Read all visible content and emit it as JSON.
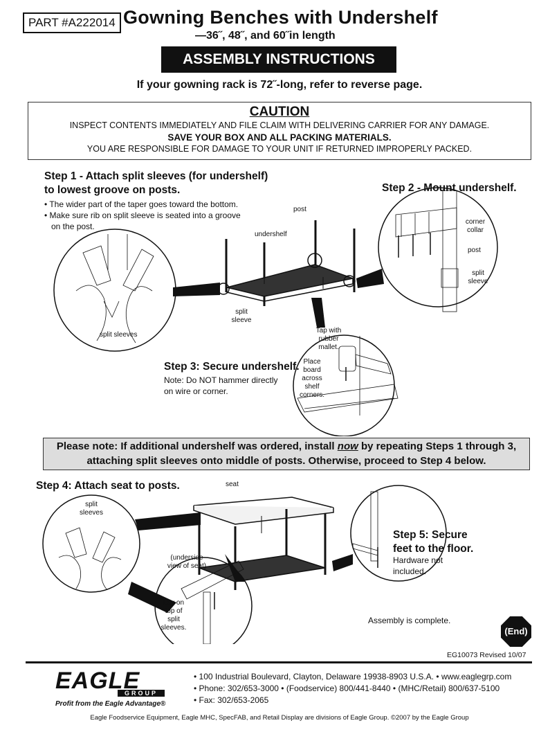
{
  "header": {
    "part": "PART #A222014",
    "title": "Gowning Benches with Undershelf",
    "subtitle": "—36˝, 48˝, and 60˝in length",
    "banner": "ASSEMBLY INSTRUCTIONS",
    "refer": "If your gowning rack is 72˝-long, refer to reverse page."
  },
  "caution": {
    "title": "CAUTION",
    "line1": "INSPECT CONTENTS IMMEDIATELY AND FILE CLAIM WITH DELIVERING CARRIER FOR ANY DAMAGE.",
    "line2": "SAVE YOUR BOX AND ALL PACKING MATERIALS.",
    "line3": "YOU ARE RESPONSIBLE FOR DAMAGE TO YOUR UNIT IF RETURNED IMPROPERLY PACKED."
  },
  "step1": {
    "title1": "Step 1 - Attach split sleeves (for undershelf)",
    "title2": "to lowest groove on posts.",
    "bullet1": "• The wider part of the taper goes toward the bottom.",
    "bullet2a": "• Make sure rib on split sleeve is seated into a groove",
    "bullet2b": "on the post.",
    "label_sleeves": "split sleeves"
  },
  "step2": {
    "title": "Step 2 - Mount undershelf.",
    "label_collar": "corner collar",
    "label_post": "post",
    "label_sleeve": "split sleeve"
  },
  "diagram1": {
    "label_post": "post",
    "label_undershelf": "undershelf",
    "label_sleeve": "split sleeve"
  },
  "step3": {
    "title": "Step 3: Secure undershelf.",
    "note1": "Note: Do NOT hammer directly",
    "note2": "on wire or corner.",
    "label_tap": "Tap with rubber mallet.",
    "label_board": "Place board across shelf corners."
  },
  "note": {
    "line1_pre": "Please note: If additional undershelf was ordered, install ",
    "line1_now": "now",
    "line1_post": " by repeating Steps 1 through 3,",
    "line2": "attaching split sleeves onto middle of posts. Otherwise, proceed to Step 4 below."
  },
  "step4": {
    "title": "Step 4: Attach seat to posts.",
    "label_seat": "seat",
    "label_sleeves": "split sleeves",
    "label_underside": "(underside view of seat)",
    "label_layon": "Lay on top of split sleeves."
  },
  "step5": {
    "title1": "Step 5: Secure",
    "title2": "feet to the floor.",
    "note1": "Hardware not",
    "note2": "included.",
    "complete": "Assembly is complete.",
    "end": "(End)"
  },
  "footer": {
    "docnum": "EG10073   Revised 10/07",
    "logo": "EAGLE",
    "logo_group": "GROUP",
    "tagline": "Profit from the Eagle Advantage®",
    "address": "• 100 Industrial Boulevard, Clayton, Delaware 19938-8903 U.S.A. • www.eaglegrp.com",
    "phone": "• Phone: 302/653-3000 • (Foodservice) 800/441-8440 • (MHC/Retail) 800/637-5100",
    "fax": "• Fax: 302/653-2065",
    "legal": "Eagle Foodservice Equipment, Eagle MHC, SpecFAB, and Retail Display are divisions of Eagle Group. ©2007 by the Eagle Group"
  }
}
